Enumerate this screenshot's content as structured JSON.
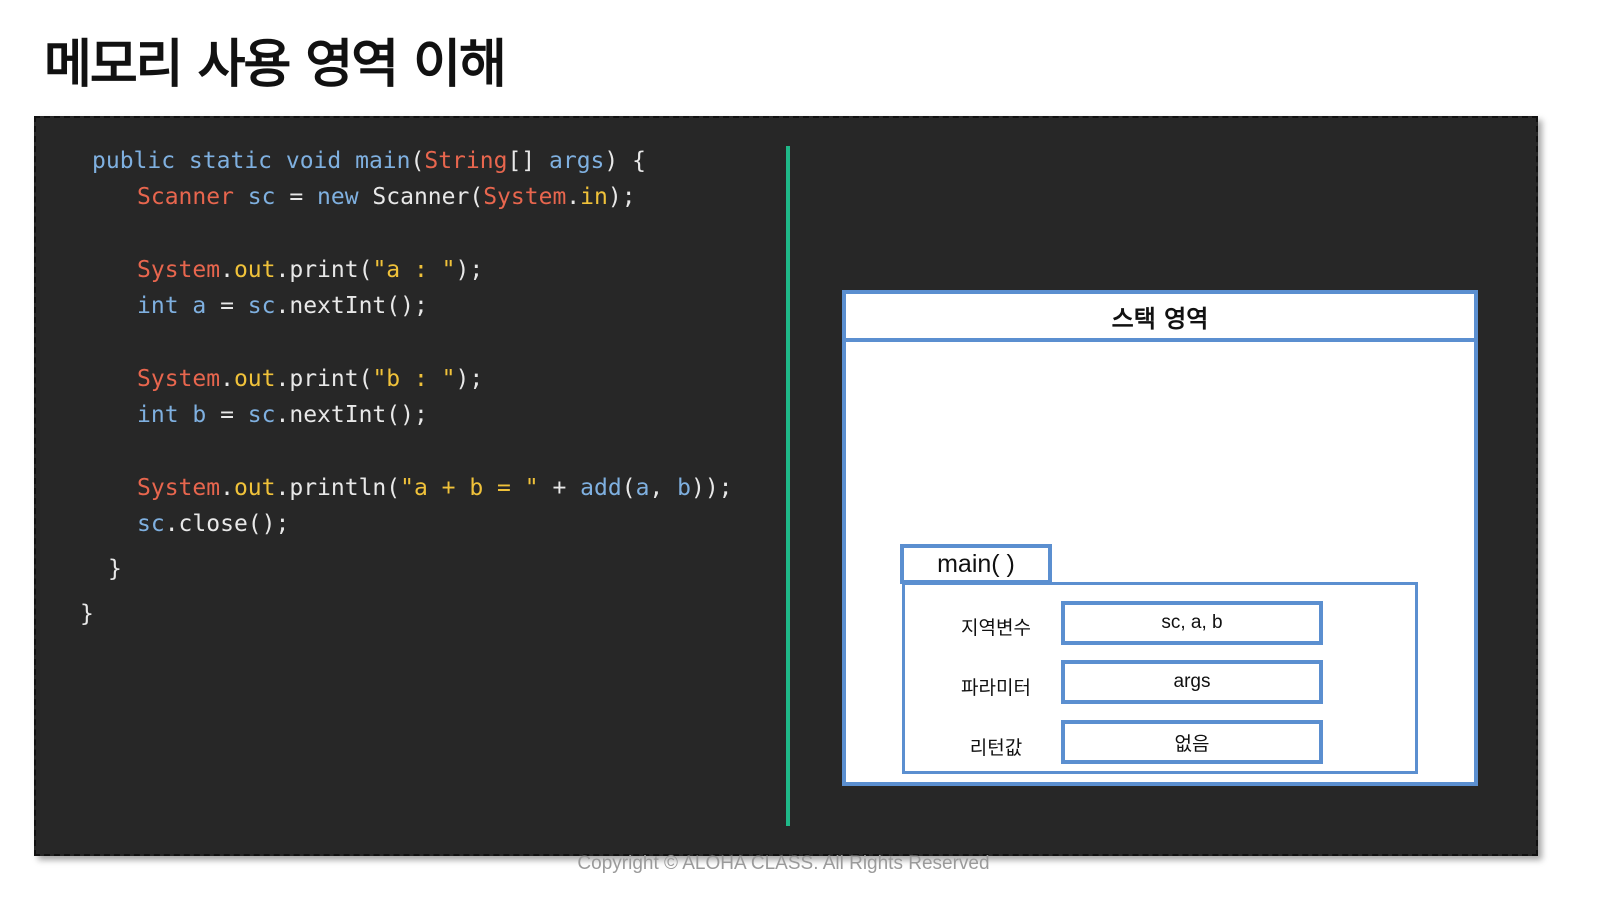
{
  "title": "메모리 사용 영역 이해",
  "code": {
    "l1": [
      {
        "t": "public static void ",
        "c": "kw"
      },
      {
        "t": "main",
        "c": "kw"
      },
      {
        "t": "(",
        "c": "tx"
      },
      {
        "t": "String",
        "c": "ty"
      },
      {
        "t": "[] ",
        "c": "tx"
      },
      {
        "t": "args",
        "c": "vr"
      },
      {
        "t": ") {",
        "c": "tx"
      }
    ],
    "l2": [
      {
        "t": "Scanner ",
        "c": "ty"
      },
      {
        "t": "sc",
        "c": "vr"
      },
      {
        "t": " = ",
        "c": "tx"
      },
      {
        "t": "new ",
        "c": "kw"
      },
      {
        "t": "Scanner(",
        "c": "tx"
      },
      {
        "t": "System",
        "c": "ty"
      },
      {
        "t": ".",
        "c": "tx"
      },
      {
        "t": "in",
        "c": "st"
      },
      {
        "t": ");",
        "c": "tx"
      }
    ],
    "l3": [
      {
        "t": "System",
        "c": "ty"
      },
      {
        "t": ".",
        "c": "tx"
      },
      {
        "t": "out",
        "c": "st"
      },
      {
        "t": ".print(",
        "c": "tx"
      },
      {
        "t": "\"a : \"",
        "c": "st"
      },
      {
        "t": ");",
        "c": "tx"
      }
    ],
    "l4": [
      {
        "t": "int ",
        "c": "kw"
      },
      {
        "t": "a",
        "c": "vr"
      },
      {
        "t": " = ",
        "c": "tx"
      },
      {
        "t": "sc",
        "c": "vr"
      },
      {
        "t": ".nextInt();",
        "c": "tx"
      }
    ],
    "l5": [
      {
        "t": "System",
        "c": "ty"
      },
      {
        "t": ".",
        "c": "tx"
      },
      {
        "t": "out",
        "c": "st"
      },
      {
        "t": ".print(",
        "c": "tx"
      },
      {
        "t": "\"b : \"",
        "c": "st"
      },
      {
        "t": ");",
        "c": "tx"
      }
    ],
    "l6": [
      {
        "t": "int ",
        "c": "kw"
      },
      {
        "t": "b",
        "c": "vr"
      },
      {
        "t": " = ",
        "c": "tx"
      },
      {
        "t": "sc",
        "c": "vr"
      },
      {
        "t": ".nextInt();",
        "c": "tx"
      }
    ],
    "l7": [
      {
        "t": "System",
        "c": "ty"
      },
      {
        "t": ".",
        "c": "tx"
      },
      {
        "t": "out",
        "c": "st"
      },
      {
        "t": ".println(",
        "c": "tx"
      },
      {
        "t": "\"a + b = \"",
        "c": "st"
      },
      {
        "t": " + ",
        "c": "tx"
      },
      {
        "t": "add",
        "c": "kw"
      },
      {
        "t": "(",
        "c": "tx"
      },
      {
        "t": "a",
        "c": "vr"
      },
      {
        "t": ", ",
        "c": "tx"
      },
      {
        "t": "b",
        "c": "vr"
      },
      {
        "t": "));",
        "c": "tx"
      }
    ],
    "l8": [
      {
        "t": "sc",
        "c": "vr"
      },
      {
        "t": ".close();",
        "c": "tx"
      }
    ],
    "l9": [
      {
        "t": "}",
        "c": "tx"
      }
    ],
    "l10": [
      {
        "t": "}",
        "c": "tx"
      }
    ]
  },
  "stack": {
    "header": "스택 영역",
    "frame_name": "main( )",
    "rows": [
      {
        "label": "지역변수",
        "value": "sc, a, b"
      },
      {
        "label": "파라미터",
        "value": "args"
      },
      {
        "label": "리턴값",
        "value": "없음"
      }
    ]
  },
  "footer": "Copyright © ALOHA CLASS. All Rights Reserved"
}
